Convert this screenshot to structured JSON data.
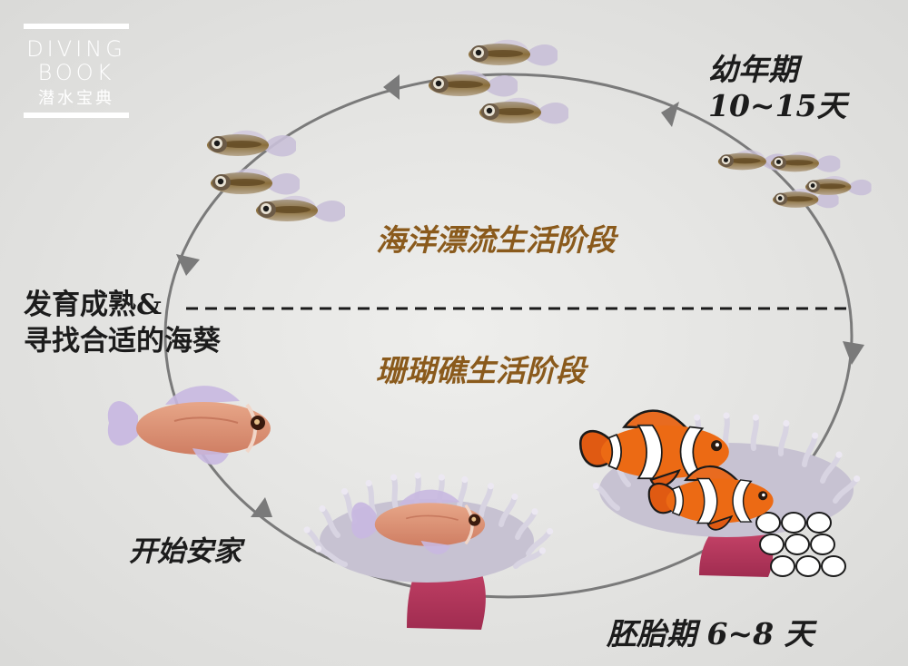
{
  "logo": {
    "line1": "DIVING",
    "line2": "BOOK",
    "line3": "潜水宝典"
  },
  "labels": {
    "juvenile_title": "幼年期",
    "juvenile_days": "10~15天",
    "embryo": "胚胎期 6~8 天",
    "start_home": "开始安家",
    "mature_line1": "发育成熟&",
    "mature_line2": "寻找合适的海葵"
  },
  "stages": {
    "ocean": "海洋漂流生活阶段",
    "reef": "珊瑚礁生活阶段"
  },
  "colors": {
    "background": "#e8e8e6",
    "cycle_line": "#7a7a7a",
    "stage_text": "#8a5a1c",
    "clownfish": "#e8611a",
    "anemone": "#b8365c"
  }
}
